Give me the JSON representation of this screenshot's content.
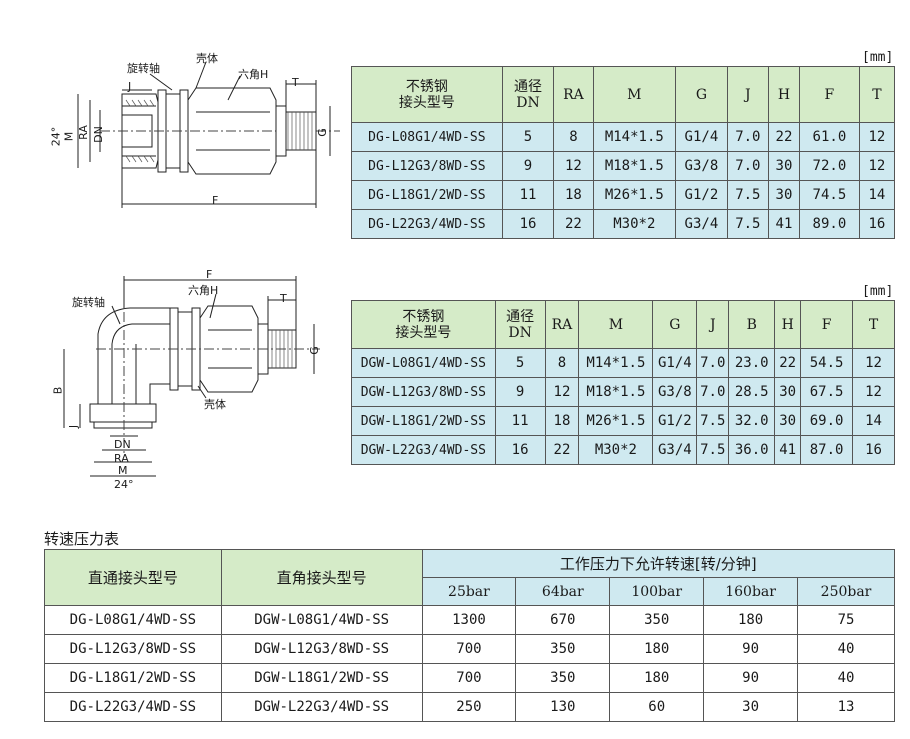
{
  "diagram1": {
    "labels": {
      "rotating_shaft": "旋转轴",
      "shell": "壳体",
      "hex_h": "六角H",
      "j": "J",
      "t": "T",
      "angle": "24°",
      "m": "M",
      "ra": "RA",
      "dn": "DN",
      "g": "G",
      "f": "F"
    }
  },
  "diagram2": {
    "labels": {
      "rotating_shaft": "旋转轴",
      "shell": "壳体",
      "hex_h": "六角H",
      "f": "F",
      "t": "T",
      "g": "G",
      "b": "B",
      "j": "J",
      "dn": "DN",
      "ra": "RA",
      "m": "M",
      "angle": "24°"
    }
  },
  "table1": {
    "unit": "[mm]",
    "headers": [
      "不锈钢\n接头型号",
      "通径\nDN",
      "RA",
      "M",
      "G",
      "J",
      "H",
      "F",
      "T"
    ],
    "rows": [
      [
        "DG-L08G1/4WD-SS",
        "5",
        "8",
        "M14*1.5",
        "G1/4",
        "7.0",
        "22",
        "61.0",
        "12"
      ],
      [
        "DG-L12G3/8WD-SS",
        "9",
        "12",
        "M18*1.5",
        "G3/8",
        "7.0",
        "30",
        "72.0",
        "12"
      ],
      [
        "DG-L18G1/2WD-SS",
        "11",
        "18",
        "M26*1.5",
        "G1/2",
        "7.5",
        "30",
        "74.5",
        "14"
      ],
      [
        "DG-L22G3/4WD-SS",
        "16",
        "22",
        "M30*2",
        "G3/4",
        "7.5",
        "41",
        "89.0",
        "16"
      ]
    ]
  },
  "table2": {
    "unit": "[mm]",
    "headers": [
      "不锈钢\n接头型号",
      "通径\nDN",
      "RA",
      "M",
      "G",
      "J",
      "B",
      "H",
      "F",
      "T"
    ],
    "rows": [
      [
        "DGW-L08G1/4WD-SS",
        "5",
        "8",
        "M14*1.5",
        "G1/4",
        "7.0",
        "23.0",
        "22",
        "54.5",
        "12"
      ],
      [
        "DGW-L12G3/8WD-SS",
        "9",
        "12",
        "M18*1.5",
        "G3/8",
        "7.0",
        "28.5",
        "30",
        "67.5",
        "12"
      ],
      [
        "DGW-L18G1/2WD-SS",
        "11",
        "18",
        "M26*1.5",
        "G1/2",
        "7.5",
        "32.0",
        "30",
        "69.0",
        "14"
      ],
      [
        "DGW-L22G3/4WD-SS",
        "16",
        "22",
        "M30*2",
        "G3/4",
        "7.5",
        "36.0",
        "41",
        "87.0",
        "16"
      ]
    ]
  },
  "speed_table": {
    "title": "转速压力表",
    "header_straight": "直通接头型号",
    "header_angle": "直角接头型号",
    "header_group": "工作压力下允许转速[转/分钟]",
    "pressures": [
      "25bar",
      "64bar",
      "100bar",
      "160bar",
      "250bar"
    ],
    "rows": [
      [
        "DG-L08G1/4WD-SS",
        "DGW-L08G1/4WD-SS",
        "1300",
        "670",
        "350",
        "180",
        "75"
      ],
      [
        "DG-L12G3/8WD-SS",
        "DGW-L12G3/8WD-SS",
        "700",
        "350",
        "180",
        "90",
        "40"
      ],
      [
        "DG-L18G1/2WD-SS",
        "DGW-L18G1/2WD-SS",
        "700",
        "350",
        "180",
        "90",
        "40"
      ],
      [
        "DG-L22G3/4WD-SS",
        "DGW-L22G3/4WD-SS",
        "250",
        "130",
        "60",
        "30",
        "13"
      ]
    ]
  }
}
